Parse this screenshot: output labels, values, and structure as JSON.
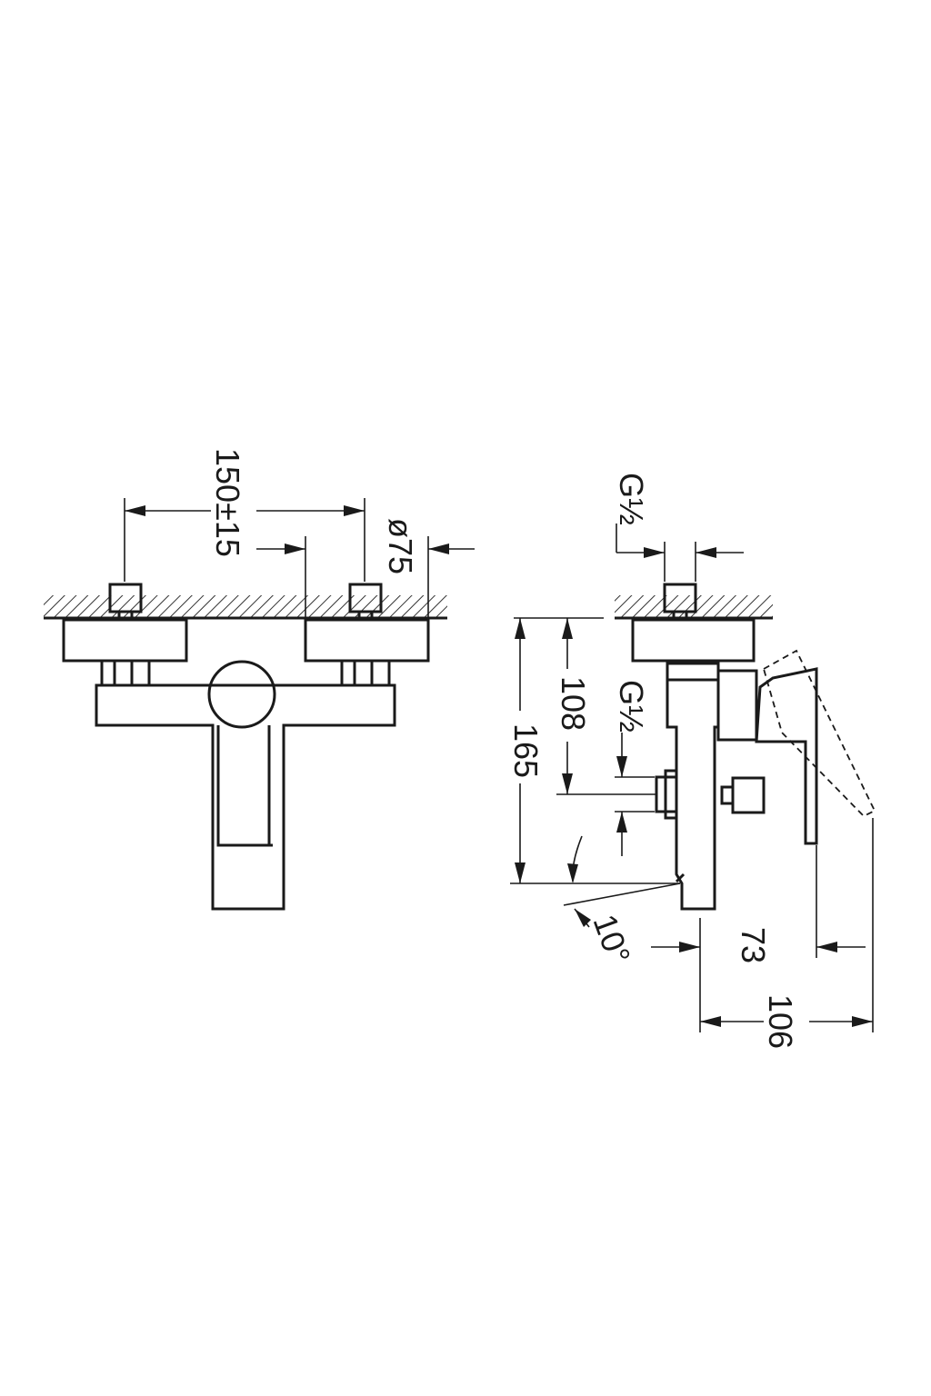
{
  "front_view": {
    "centers_dimension": "150±15",
    "flange_diameter": "ø75"
  },
  "side_view": {
    "inlet_thread_top": "G½",
    "outlet_thread": "G½",
    "height_to_outlet": "108",
    "overall_height": "165",
    "spout_angle": "10°",
    "projection_body": "73",
    "projection_total": "106"
  }
}
